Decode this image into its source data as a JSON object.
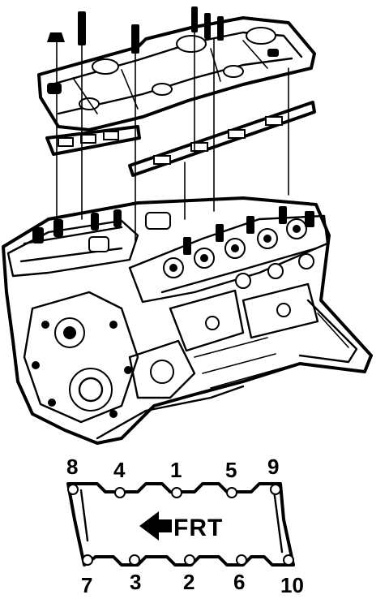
{
  "diagram": {
    "bolt_sequence": [
      {
        "label": "8"
      },
      {
        "label": "4"
      },
      {
        "label": "1"
      },
      {
        "label": "5"
      },
      {
        "label": "9"
      },
      {
        "label": "7"
      },
      {
        "label": "3"
      },
      {
        "label": "2"
      },
      {
        "label": "6"
      },
      {
        "label": "10"
      }
    ],
    "direction_label": "FRT",
    "ink_color": "#000000",
    "paper_color": "#ffffff"
  }
}
